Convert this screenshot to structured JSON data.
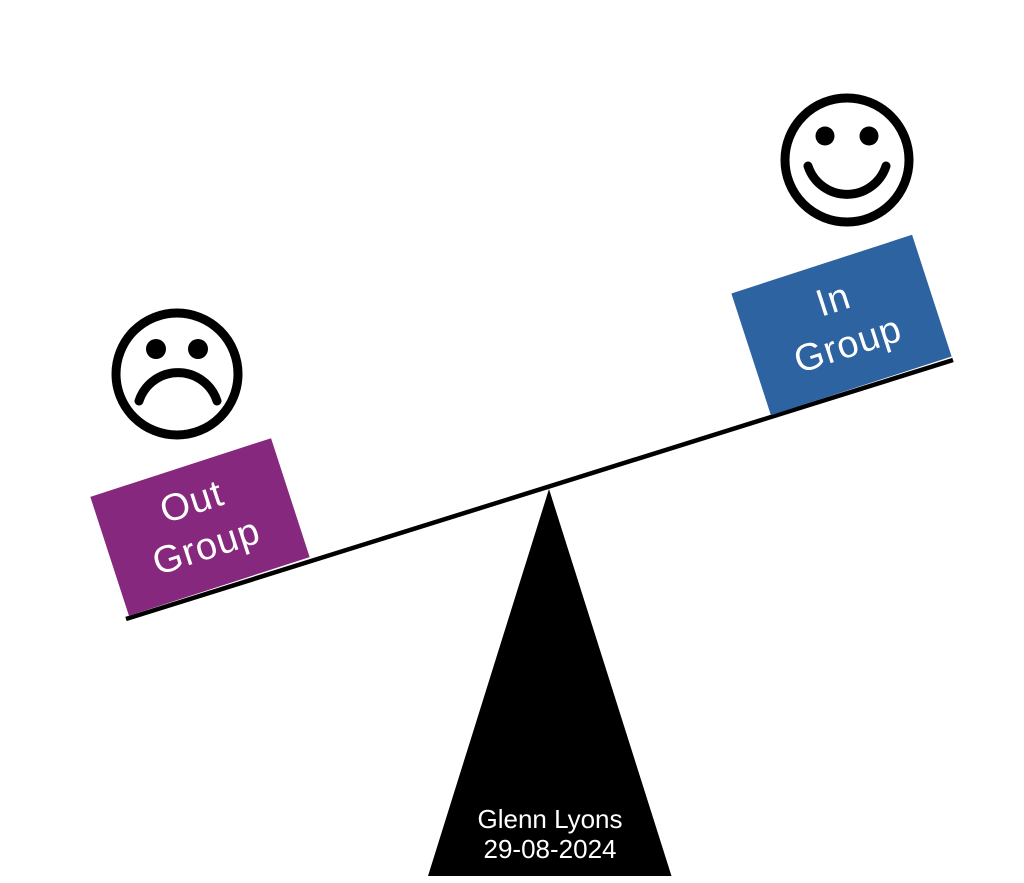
{
  "canvas": {
    "background_color": "#FFFFFF",
    "ink_color": "#000000"
  },
  "seesaw": {
    "plank": {
      "color": "#000000"
    },
    "fulcrum": {
      "color": "#000000",
      "text_color": "#FFFFFF",
      "credit_line1": "Glenn Lyons",
      "credit_line2": "29-08-2024"
    },
    "left_side": {
      "label_line1": "Out",
      "label_line2": "Group",
      "box_color": "#86287D",
      "text_color": "#FFFFFF",
      "face": "sad"
    },
    "right_side": {
      "label_line1": "In",
      "label_line2": "Group",
      "box_color": "#2D63A0",
      "text_color": "#FFFFFF",
      "face": "happy"
    }
  }
}
